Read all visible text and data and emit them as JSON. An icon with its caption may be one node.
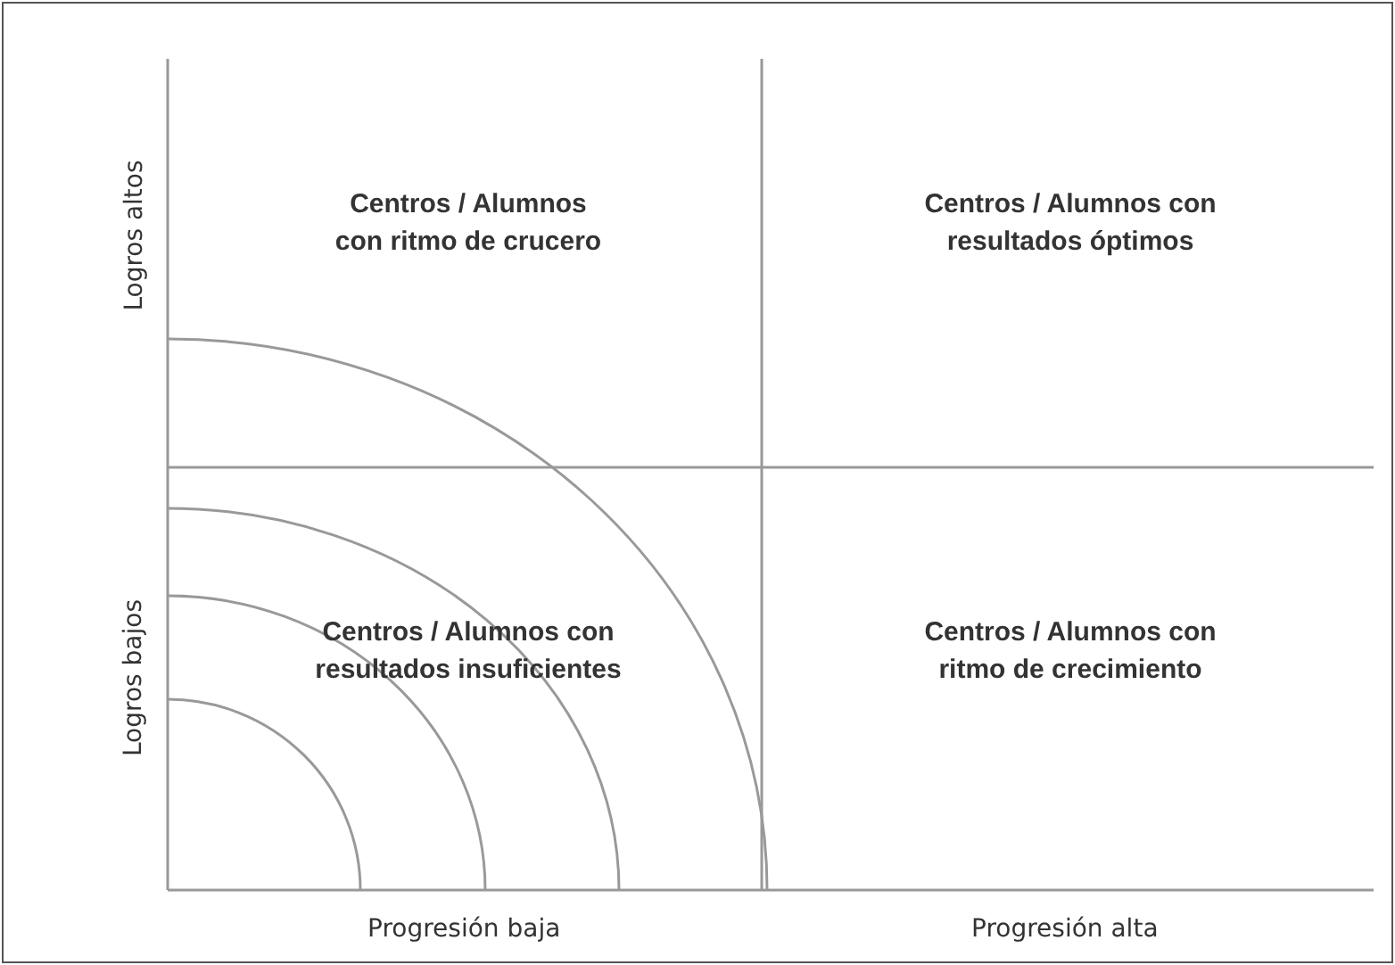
{
  "diagram": {
    "nodes": [
      {
        "text": [
          "Centros / Alumnos con ritmo de crucero"
        ]
      },
      {
        "text": [
          "Centros / Alumnos con resultados óptimos"
        ]
      },
      {
        "text": [
          "Centros / Alumnos con resultados insuficientes"
        ]
      },
      {
        "text": [
          "Centros / Alumnos con ritmo de crecimiento"
        ]
      }
    ],
    "labels": [
      "Logros altos",
      "Logros bajos",
      "Progresión baja",
      "Progresión alta"
    ]
  }
}
